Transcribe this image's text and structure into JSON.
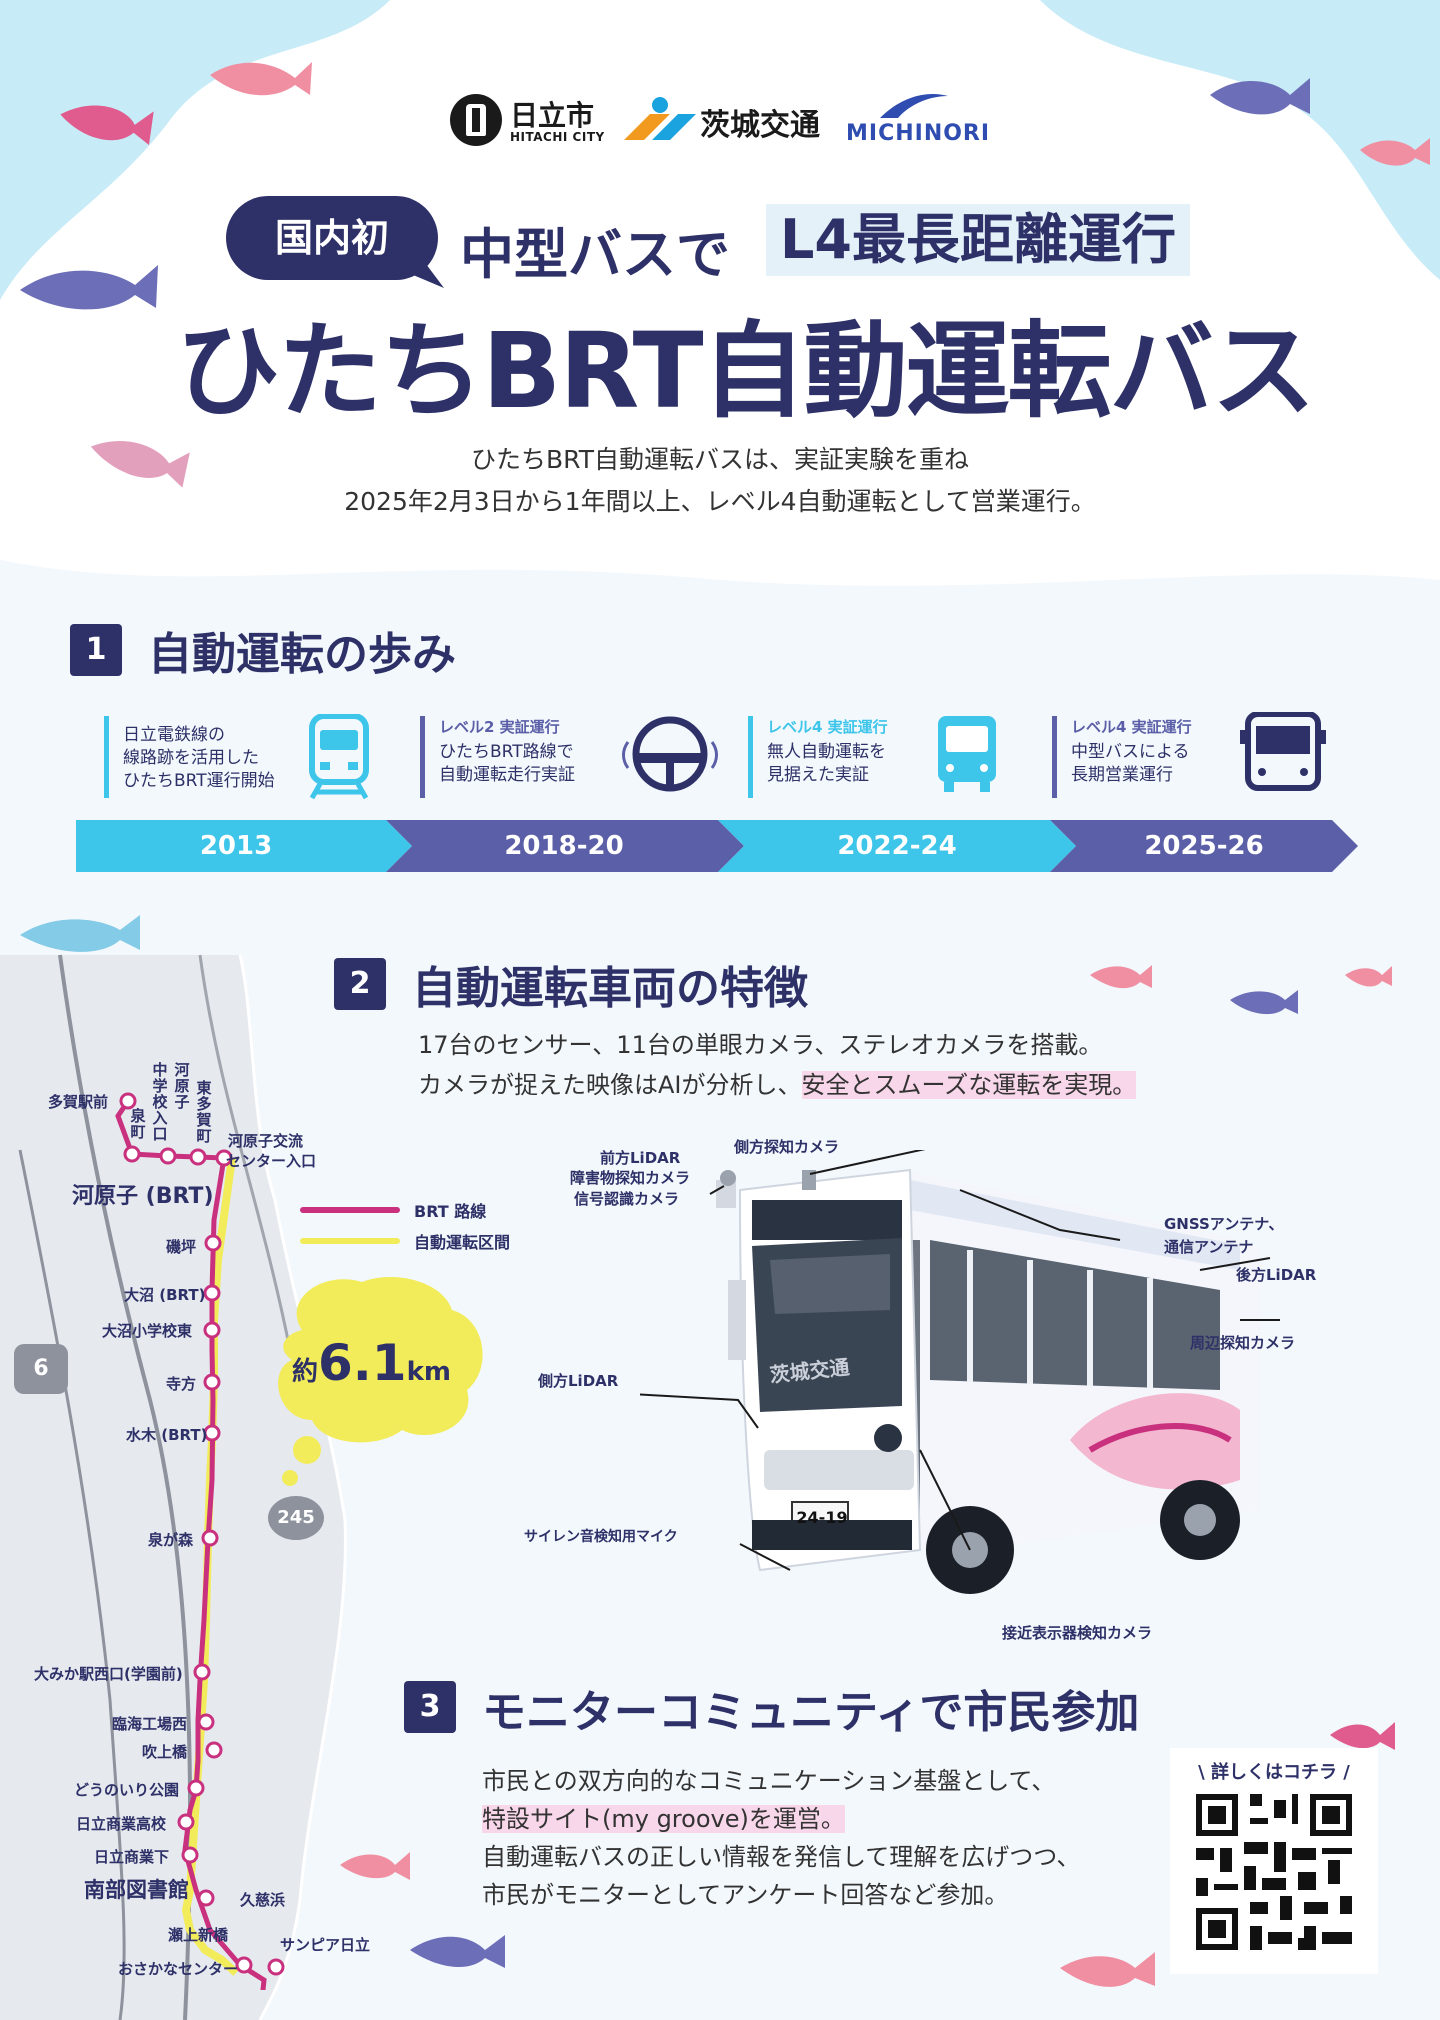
{
  "logos": {
    "hitachi_city_jp": "日立市",
    "hitachi_city_en": "HITACHI CITY",
    "ibaraki_kotsu": "茨城交通",
    "michinori": "MICHINORI"
  },
  "header": {
    "badge": "国内初",
    "line1_a": "中型バスで",
    "line1_b": "L4最長距離運行",
    "title": "ひたちBRT自動運転バス",
    "intro_1": "ひたちBRT自動運転バスは、実証実験を重ね",
    "intro_2": "2025年2月3日から1年間以上、レベル4自動運転として営業運行。"
  },
  "section1": {
    "num": "1",
    "title": "自動運転の歩み",
    "items": [
      {
        "caption": "",
        "text_1": "日立電鉄線の",
        "text_2": "線路跡を活用した",
        "text_3": "ひたちBRT運行開始",
        "year": "2013"
      },
      {
        "caption": "レベル2 実証運行",
        "text_1": "ひたちBRT路線で",
        "text_2": "自動運転走行実証",
        "text_3": "",
        "year": "2018-20"
      },
      {
        "caption": "レベル4 実証運行",
        "text_1": "無人自動運転を",
        "text_2": "見据えた実証",
        "text_3": "",
        "year": "2022-24"
      },
      {
        "caption": "レベル4 実証運行",
        "text_1": "中型バスによる",
        "text_2": "長期営業運行",
        "text_3": "",
        "year": "2025-26"
      }
    ]
  },
  "section2": {
    "num": "2",
    "title": "自動運転車両の特徴",
    "text_1": "17台のセンサー、11台の単眼カメラ、ステレオカメラを搭載。",
    "text_2a": "カメラが捉えた映像はAIが分析し、",
    "text_2b": "安全とスムーズな運転を実現。",
    "bus_labels": {
      "front_lidar_1": "前方LiDAR",
      "front_lidar_2": "障害物探知カメラ",
      "front_lidar_3": "信号認識カメラ",
      "side_cam": "側方探知カメラ",
      "gnss_1": "GNSSアンテナ、",
      "gnss_2": "通信アンテナ",
      "rear_lidar": "後方LiDAR",
      "around_cam": "周辺探知カメラ",
      "side_lidar": "側方LiDAR",
      "siren_mic": "サイレン音検知用マイク",
      "approach_cam": "接近表示器検知カメラ"
    },
    "bus_sign": "茨城交通",
    "plate": "24-19"
  },
  "section3": {
    "num": "3",
    "title": "モニターコミュニティで市民参加",
    "text_1": "市民との双方向的なコミュニケーション基盤として、",
    "text_2": "特設サイト(my groove)を運営。",
    "text_3": "自動運転バスの正しい情報を発信して理解を広げつつ、",
    "text_4": "市民がモニターとしてアンケート回答など参加。",
    "qr_caption": "\\ 詳しくはコチラ /"
  },
  "map": {
    "legend_brt": "BRT 路線",
    "legend_auto": "自動運転区間",
    "distance_pre": "約",
    "distance_num": "6.1",
    "distance_unit": "km",
    "route6": "6",
    "route245": "245",
    "stops": {
      "taga": "多賀駅前",
      "izumi": "泉町",
      "chugakko": "中学校入口",
      "kawarago_h": "河原子",
      "higashitaga": "東多賀町",
      "kouryu_1": "河原子交流",
      "kouryu_2": "センター入口",
      "kawarago": "河原子 (BRT)",
      "isotsubo": "磯坪",
      "onuma": "大沼 (BRT)",
      "onuma_es": "大沼小学校東",
      "teragata": "寺方",
      "mizuki": "水木 (BRT)",
      "izumigamori": "泉が森",
      "omika": "大みか駅西口(学園前)",
      "rinkai": "臨海工場西",
      "fukiage": "吹上橋",
      "dounoiri": "どうのいり公園",
      "shogyo": "日立商業高校",
      "shogyo_shita": "日立商業下",
      "library": "南部図書館",
      "kujihama": "久慈浜",
      "segami": "瀬上新橋",
      "sunpia": "サンピア日立",
      "osakana": "おさかなセンター"
    }
  }
}
